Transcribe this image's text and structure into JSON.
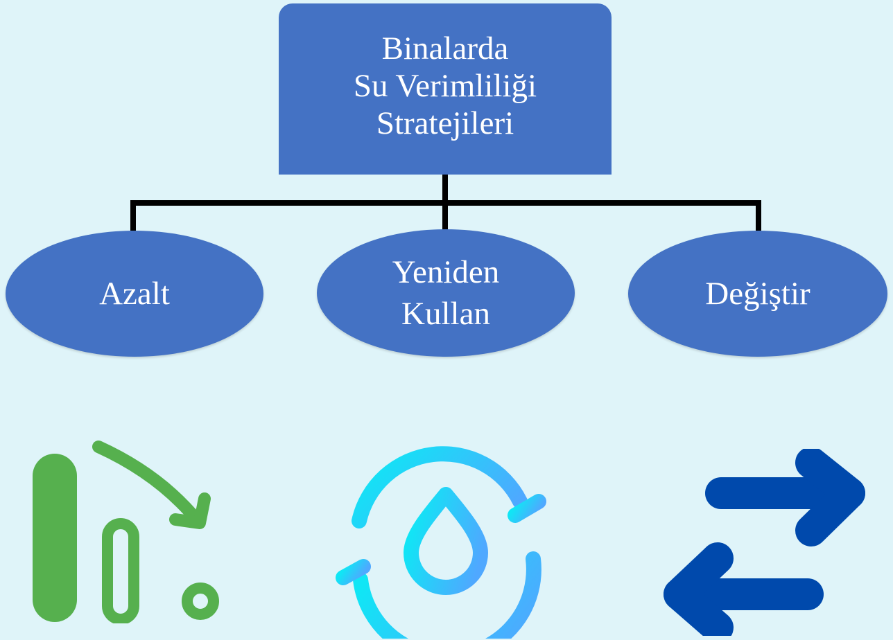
{
  "root": {
    "line1": "Binalarda",
    "line2": "Su Verimliliği",
    "line3": "Stratejileri"
  },
  "branches": [
    {
      "lines": [
        "Azalt"
      ]
    },
    {
      "lines": [
        "Yeniden",
        "Kullan"
      ]
    },
    {
      "lines": [
        "Değiştir"
      ]
    }
  ],
  "icons": [
    {
      "name": "reduce-chart-icon",
      "color": "#56B04E"
    },
    {
      "name": "water-recycle-icon",
      "color_start": "#10E6F5",
      "color_end": "#4FA8FF"
    },
    {
      "name": "swap-arrows-icon",
      "color": "#0049AC"
    }
  ],
  "colors": {
    "box": "#4472C4",
    "connector": "#000000",
    "background": "#DFF4F9"
  }
}
